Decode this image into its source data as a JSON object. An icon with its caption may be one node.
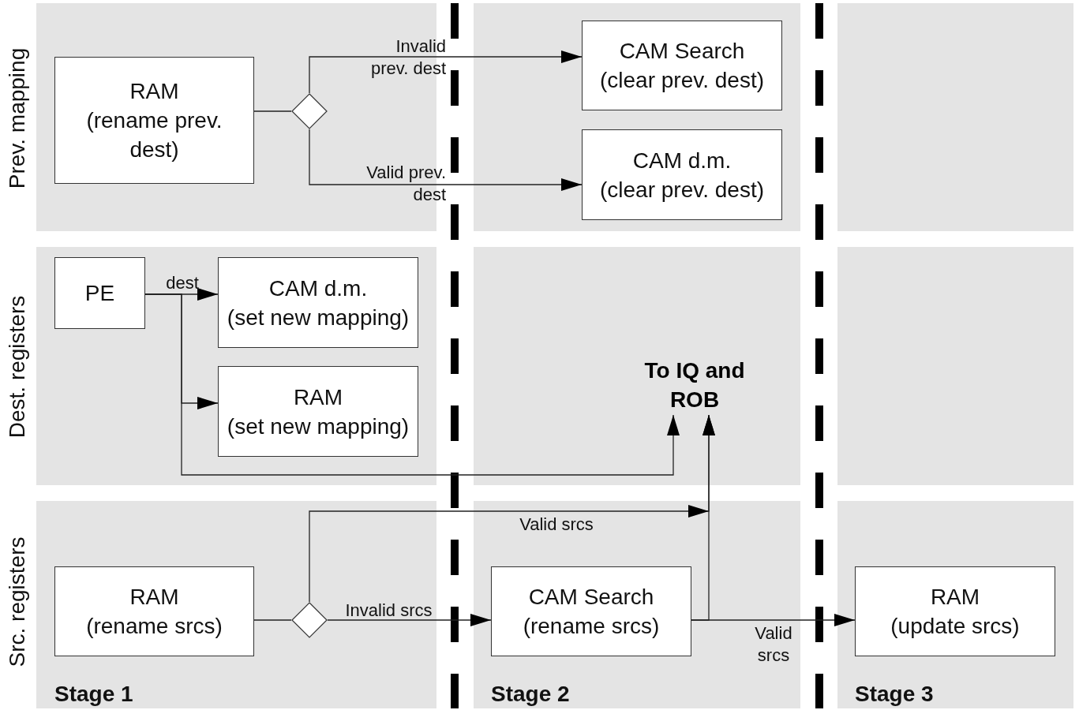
{
  "diagram": {
    "nodes": [
      {
        "text": [
          "RAM",
          "(rename prev. dest)"
        ]
      },
      {
        "text": [],
        "shape": "diamond"
      },
      {
        "text": [
          "CAM Search",
          "(clear prev. dest)"
        ]
      },
      {
        "text": [
          "CAM d.m.",
          "(clear prev. dest)"
        ]
      },
      {
        "text": [
          "PE"
        ]
      },
      {
        "text": [
          "CAM d.m.",
          "(set new mapping)"
        ]
      },
      {
        "text": [
          "RAM",
          "(set new mapping)"
        ]
      },
      {
        "text": [
          "To IQ and ROB"
        ]
      },
      {
        "text": [
          "RAM",
          "(rename srcs)"
        ]
      },
      {
        "text": [],
        "shape": "diamond"
      },
      {
        "text": [
          "CAM Search",
          "(rename srcs)"
        ]
      },
      {
        "text": [
          "RAM",
          "(update srcs)"
        ]
      }
    ],
    "edges": [
      {
        "from": 0,
        "to": 1,
        "arrow": "none"
      },
      {
        "from": 1,
        "to": 2,
        "arrow": "to",
        "label": "Invalid prev. dest"
      },
      {
        "from": 1,
        "to": 3,
        "arrow": "to",
        "label": "Valid prev. dest"
      },
      {
        "from": 4,
        "to": 5,
        "arrow": "to",
        "label": "dest"
      },
      {
        "from": 4,
        "to": 6,
        "arrow": "to"
      },
      {
        "from": 4,
        "to": 7,
        "arrow": "to"
      },
      {
        "from": 8,
        "to": 9,
        "arrow": "none"
      },
      {
        "from": 9,
        "to": 7,
        "arrow": "to",
        "label": "Valid srcs"
      },
      {
        "from": 9,
        "to": 10,
        "arrow": "to",
        "label": "Invalid srcs"
      },
      {
        "from": 10,
        "to": 7,
        "arrow": "to"
      },
      {
        "from": 10,
        "to": 11,
        "arrow": "to",
        "label": "Valid srcs"
      }
    ],
    "labels": [
      "Prev. mapping",
      "Dest. registers",
      "Src. registers",
      "Stage 1",
      "Stage 2",
      "Stage 3"
    ]
  }
}
